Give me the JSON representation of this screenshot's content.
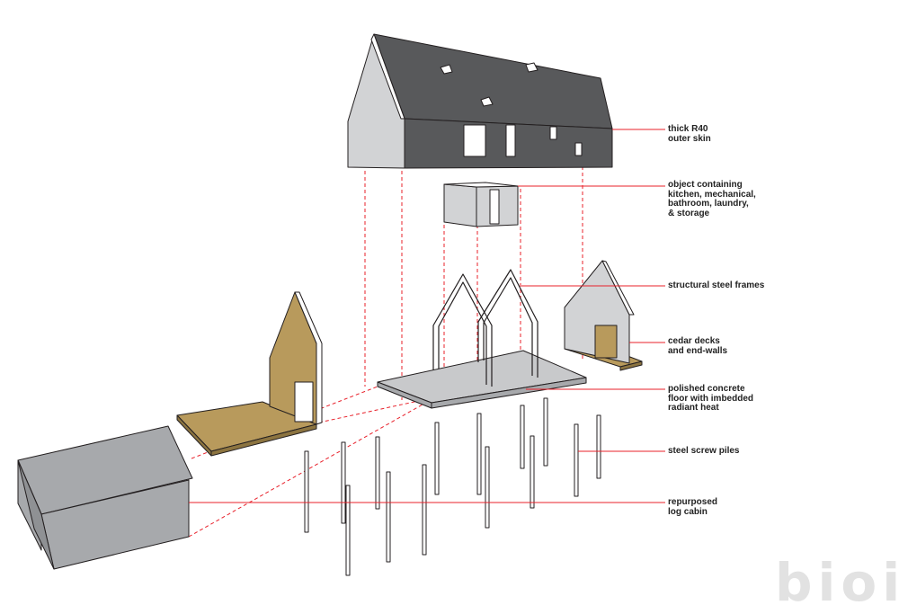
{
  "colors": {
    "roof": "#58595b",
    "wall_light": "#d2d3d5",
    "wall_gray": "#a7a9ac",
    "wood": "#b89a5c",
    "wood_dark": "#8c7440",
    "floor": "#c8c9cb",
    "leader": "#e8202a",
    "guide": "#e8202a",
    "outline": "#231f20",
    "logo": "#e2e2e2"
  },
  "labels": [
    {
      "id": "outer-skin",
      "lines": [
        "thick R40",
        "outer skin"
      ]
    },
    {
      "id": "object",
      "lines": [
        "object containing",
        "kitchen, mechanical,",
        "bathroom, laundry,",
        "& storage"
      ]
    },
    {
      "id": "frames",
      "lines": [
        "structural steel frames"
      ]
    },
    {
      "id": "decks",
      "lines": [
        "cedar decks",
        "and end-walls"
      ]
    },
    {
      "id": "floor",
      "lines": [
        "polished concrete",
        "floor with imbedded",
        "radiant heat"
      ]
    },
    {
      "id": "piles",
      "lines": [
        "steel screw piles"
      ]
    },
    {
      "id": "cabin",
      "lines": [
        "repurposed",
        "log cabin"
      ]
    }
  ],
  "logo": {
    "text": "bioi",
    "icon": "bioi-logo"
  }
}
